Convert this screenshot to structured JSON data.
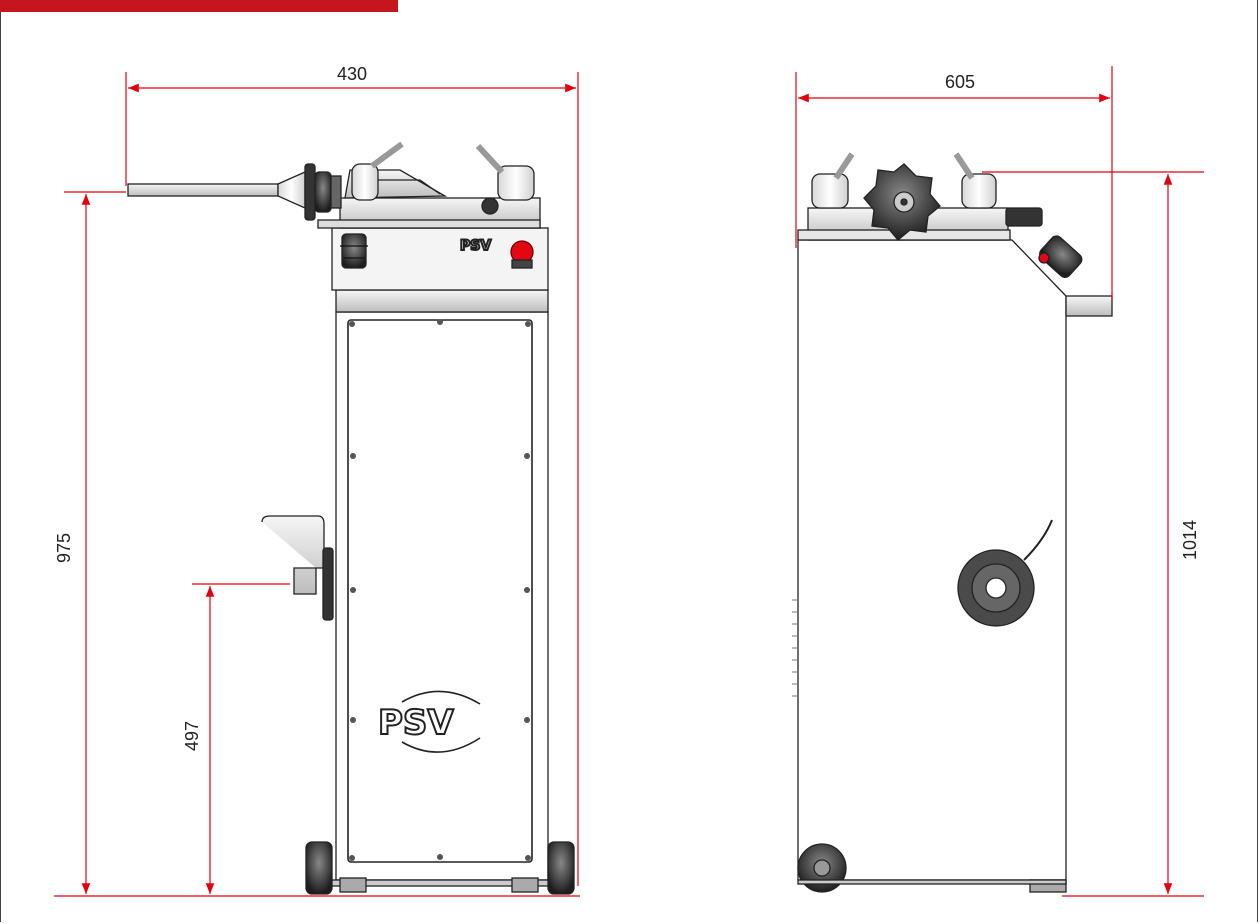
{
  "dimensions": {
    "front_width": "430",
    "front_height": "975",
    "front_tray_height": "497",
    "side_depth": "605",
    "side_height": "1014"
  },
  "logo": {
    "text": "PSV"
  },
  "colors": {
    "dimension_line": "#e3000f",
    "header_bar": "#c4161c",
    "outline": "#222222",
    "emergency_button": "#e30613"
  },
  "icons": {
    "front_view": "machine-front-view-drawing",
    "side_view": "machine-side-view-drawing"
  }
}
